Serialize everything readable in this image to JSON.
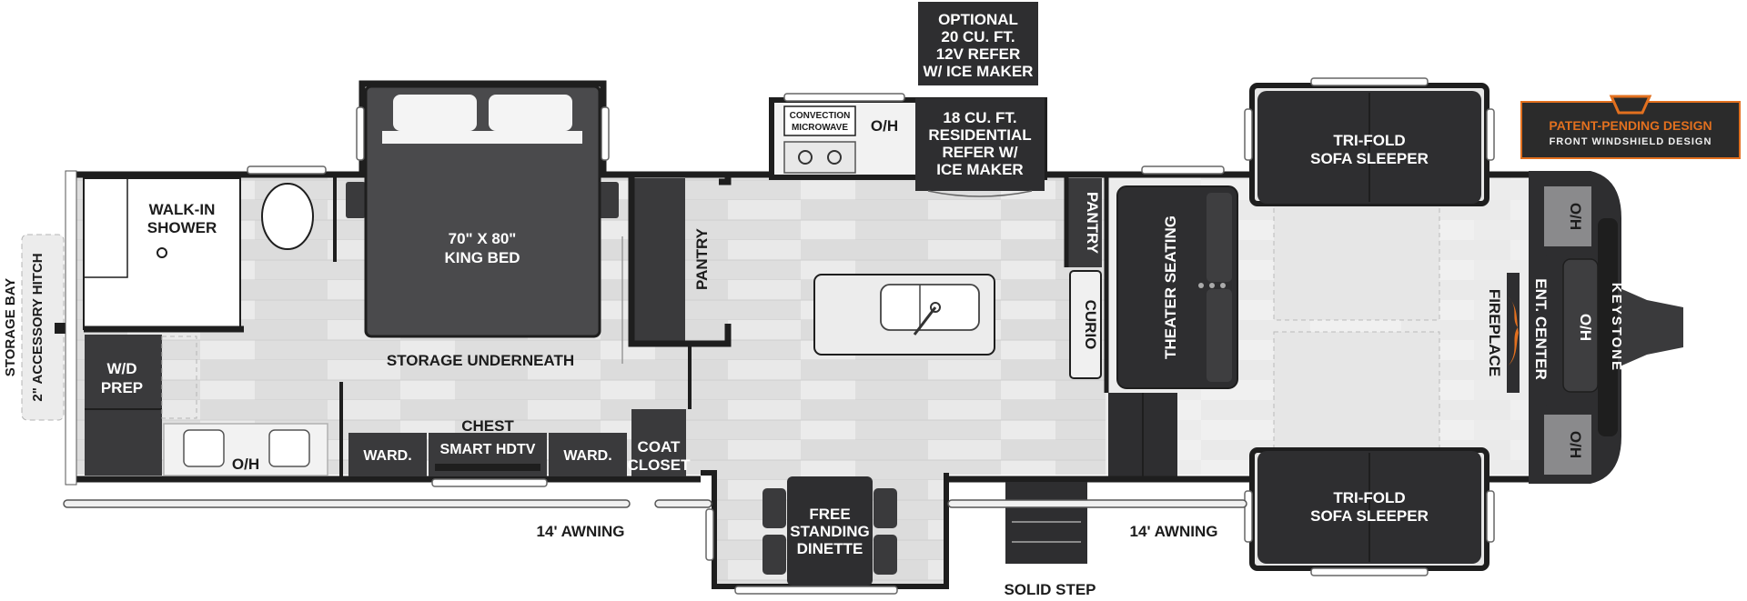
{
  "brand": "KEYSTONE",
  "badge": {
    "line1": "PATENT-PENDING DESIGN",
    "line2": "FRONT WINDSHIELD DESIGN"
  },
  "labels": {
    "storage_bay": "STORAGE BAY",
    "accessory_hitch": "2\" ACCESSORY HITCH",
    "walk_in_1": "WALK-IN",
    "walk_in_2": "SHOWER",
    "wd_1": "W/D",
    "wd_2": "PREP",
    "oh_bath": "O/H",
    "bed_1": "70\" X 80\"",
    "bed_2": "KING BED",
    "storage_underneath": "STORAGE UNDERNEATH",
    "chest": "CHEST",
    "smart_hdtv": "SMART HDTV",
    "ward_left": "WARD.",
    "ward_right": "WARD.",
    "coat_1": "COAT",
    "coat_2": "CLOSET",
    "pantry_left": "PANTRY",
    "awning_left": "14' AWNING",
    "awning_right": "14' AWNING",
    "optional_1": "OPTIONAL",
    "optional_2": "20 CU. FT.",
    "optional_3": "12V REFER",
    "optional_4": "W/ ICE MAKER",
    "convection_1": "CONVECTION",
    "convection_2": "MICROWAVE",
    "oh_kitchen": "O/H",
    "refer_1": "18 CU. FT.",
    "refer_2": "RESIDENTIAL",
    "refer_3": "REFER W/",
    "refer_4": "ICE MAKER",
    "dinette_1": "FREE",
    "dinette_2": "STANDING",
    "dinette_3": "DINETTE",
    "solid_step": "SOLID STEP",
    "pantry_right": "PANTRY",
    "curio": "CURIO",
    "theater_seating": "THEATER SEATING",
    "sofa_top_1": "TRI-FOLD",
    "sofa_top_2": "SOFA SLEEPER",
    "sofa_bottom_1": "TRI-FOLD",
    "sofa_bottom_2": "SOFA SLEEPER",
    "fireplace": "FIREPLACE",
    "ent_center": "ENT. CENTER",
    "oh_front_top": "O/H",
    "oh_front_mid": "O/H",
    "oh_front_bottom": "O/H"
  },
  "colors": {
    "wall": "#1e1e1e",
    "floor": "#e3e3e3",
    "cabinet": "#3a3a3c",
    "furniture": "#2e2e30",
    "badge_accent": "#e2701f"
  }
}
